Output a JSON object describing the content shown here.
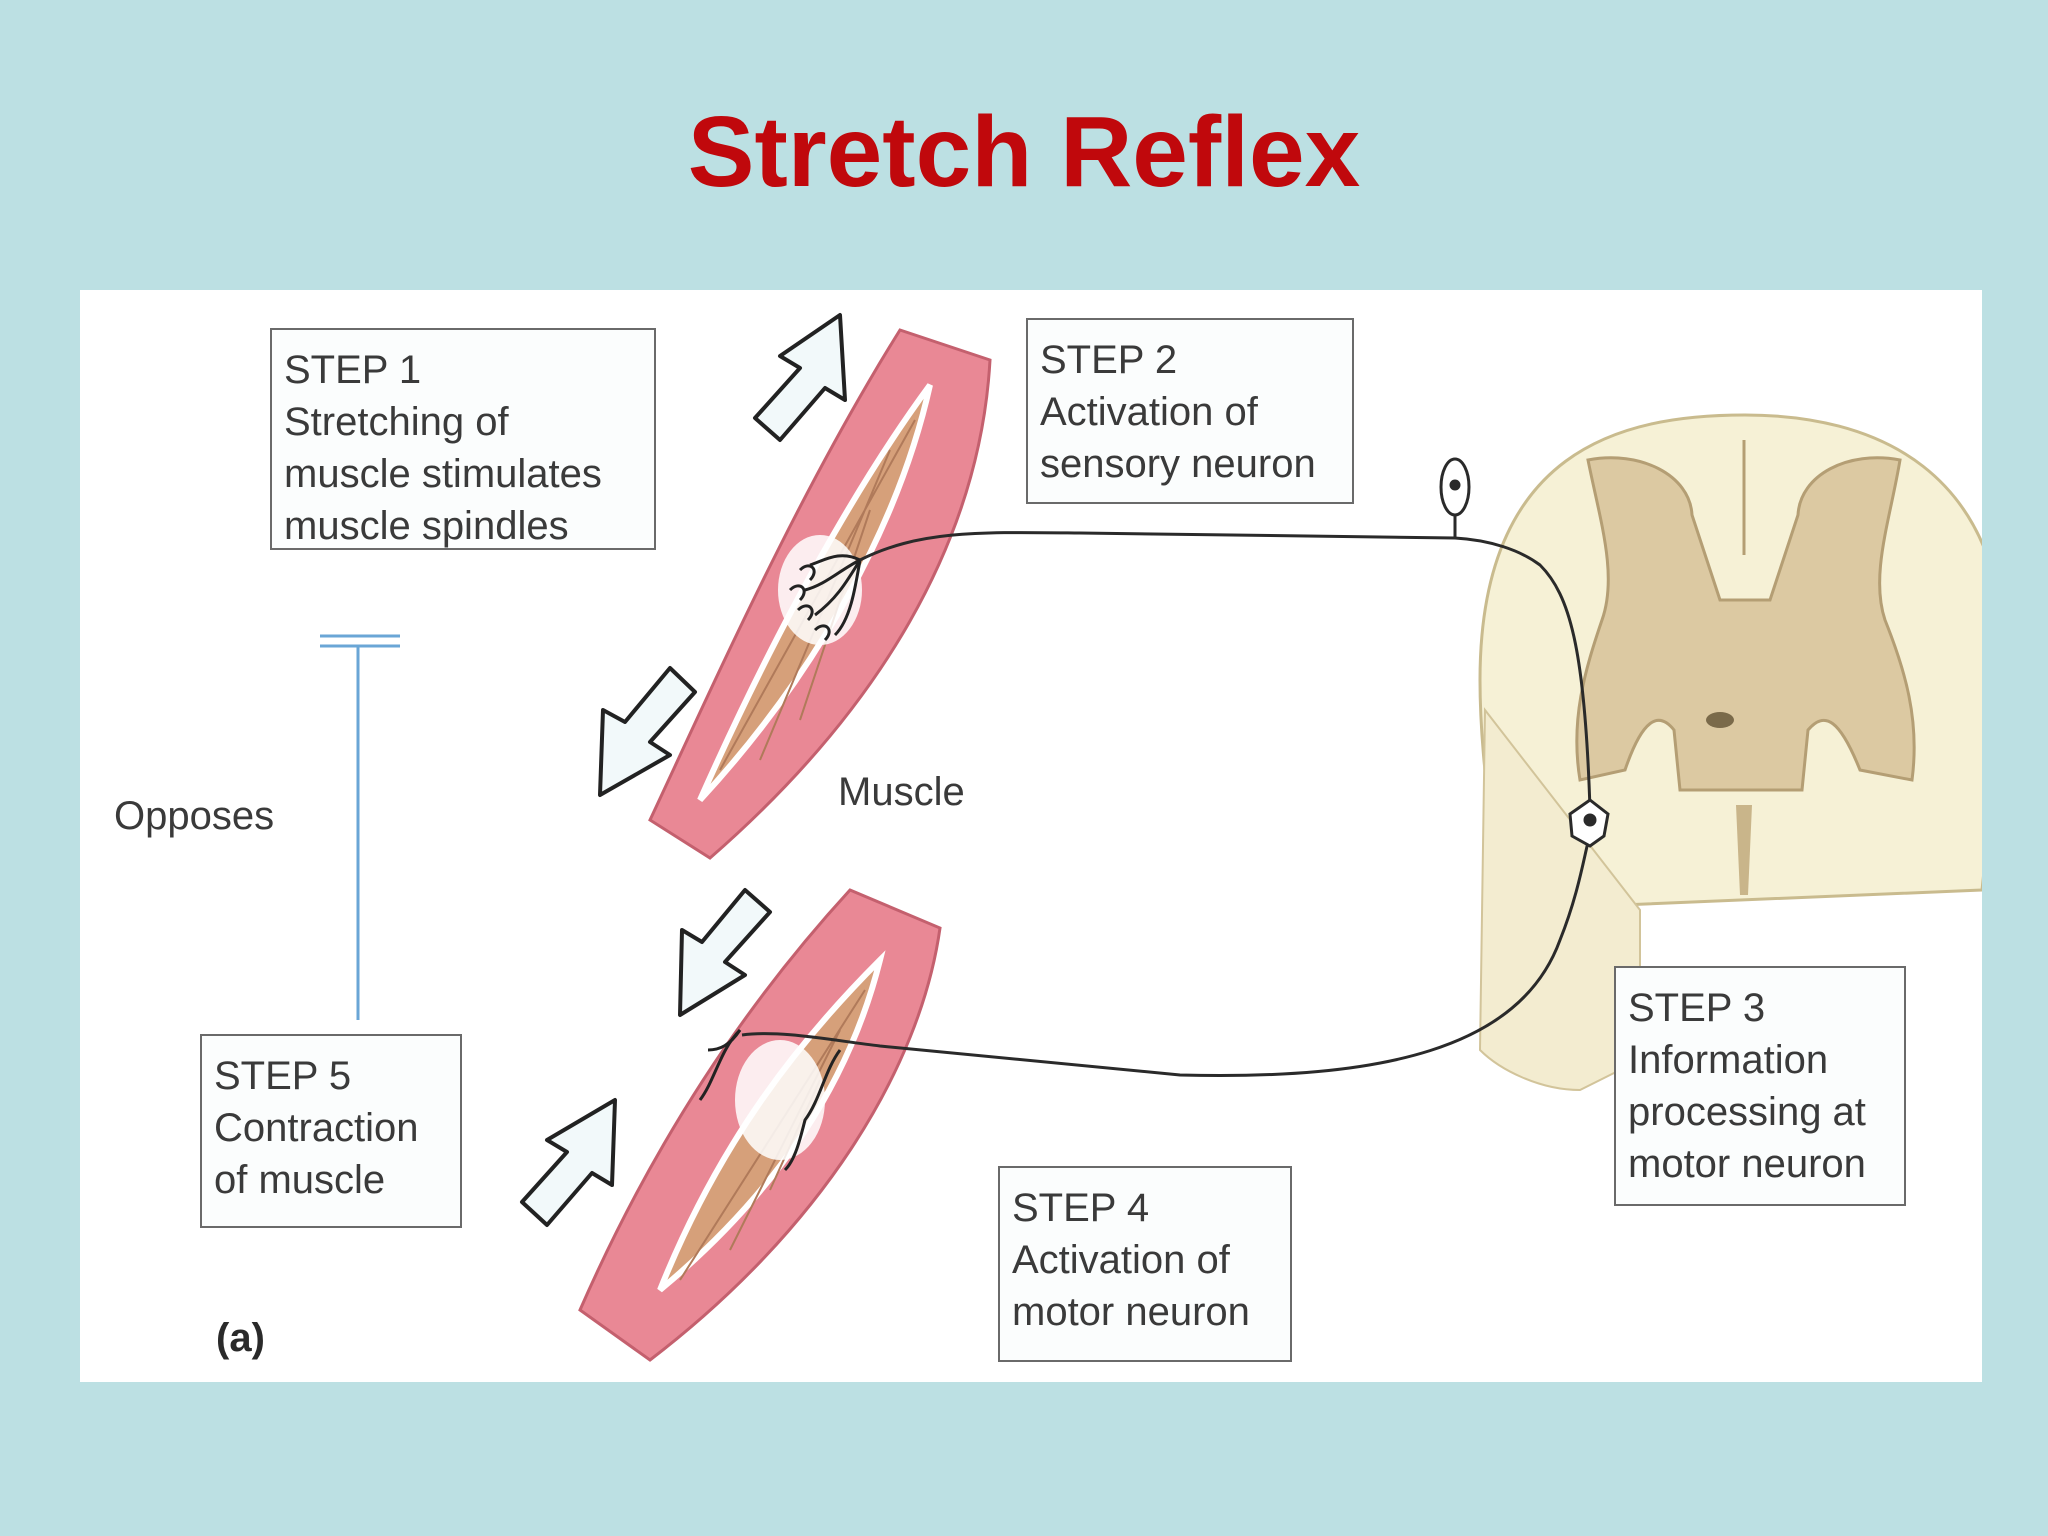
{
  "title": "Stretch Reflex",
  "steps": {
    "step1": [
      "STEP 1",
      "Stretching of",
      "muscle stimulates",
      "muscle spindles"
    ],
    "step2": [
      "STEP 2",
      "Activation of",
      "sensory neuron"
    ],
    "step3": [
      "STEP 3",
      "Information",
      "processing at",
      "motor neuron"
    ],
    "step4": [
      "STEP 4",
      "Activation of",
      "motor neuron"
    ],
    "step5": [
      "STEP 5",
      "Contraction",
      "of muscle"
    ]
  },
  "labels": {
    "muscle": "Muscle",
    "opposes": "Opposes",
    "panel": "(a)"
  },
  "colors": {
    "title": "#c0080c",
    "background": "#bce0e3",
    "muscle": "#e98895",
    "spindle": "#d6a07a",
    "spinal_cord_white": "#f6f1d6",
    "spinal_cord_gray": "#dcc9a2",
    "opposes_line": "#6aa6d6"
  }
}
